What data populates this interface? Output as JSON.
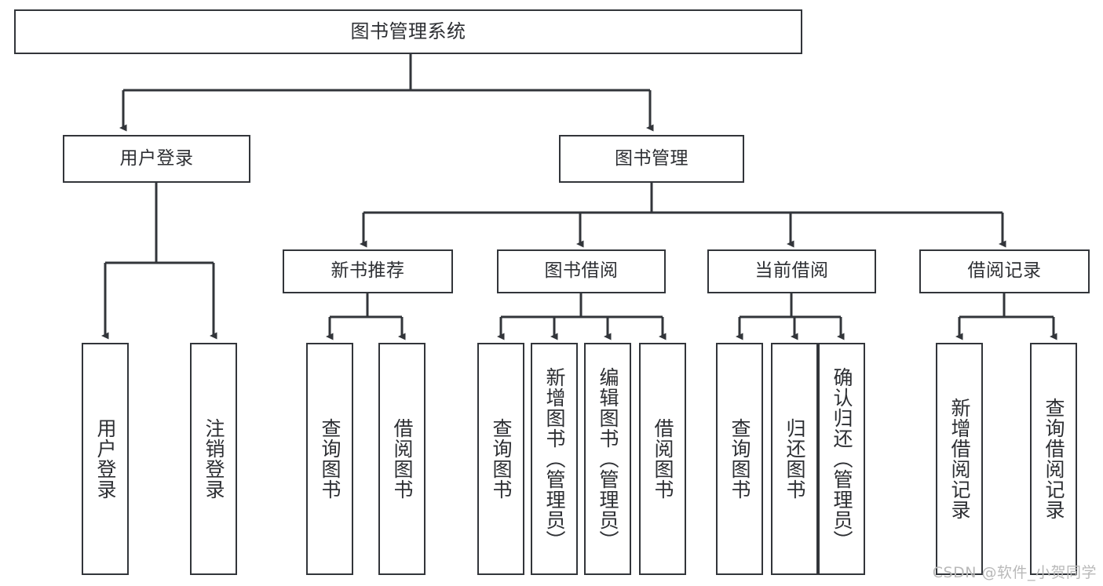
{
  "diagram": {
    "title": "图书管理系统",
    "type": "tree",
    "line_color": "#32353a",
    "text_color": "#2d2f33",
    "background": "#ffffff"
  },
  "root": {
    "label": "图书管理系统"
  },
  "level2": [
    {
      "label": "用户登录"
    },
    {
      "label": "图书管理"
    }
  ],
  "level3": [
    {
      "label": "新书推荐"
    },
    {
      "label": "图书借阅"
    },
    {
      "label": "当前借阅"
    },
    {
      "label": "借阅记录"
    }
  ],
  "leaves": {
    "user_login": [
      {
        "label": "用户登录"
      },
      {
        "label": "注销登录"
      }
    ],
    "new_book_recommend": [
      {
        "label": "查询图书"
      },
      {
        "label": "借阅图书"
      }
    ],
    "book_borrow": [
      {
        "label": "查询图书"
      },
      {
        "label": "新增图书（管理员）"
      },
      {
        "label": "编辑图书（管理员）"
      },
      {
        "label": "借阅图书"
      }
    ],
    "current_borrow": [
      {
        "label": "查询图书"
      },
      {
        "label": "归还图书"
      },
      {
        "label": "确认归还（管理员）"
      }
    ],
    "borrow_records": [
      {
        "label": "新增借阅记录"
      },
      {
        "label": "查询借阅记录"
      }
    ]
  },
  "watermark": {
    "text": "CSDN @软件_小贺同学"
  }
}
